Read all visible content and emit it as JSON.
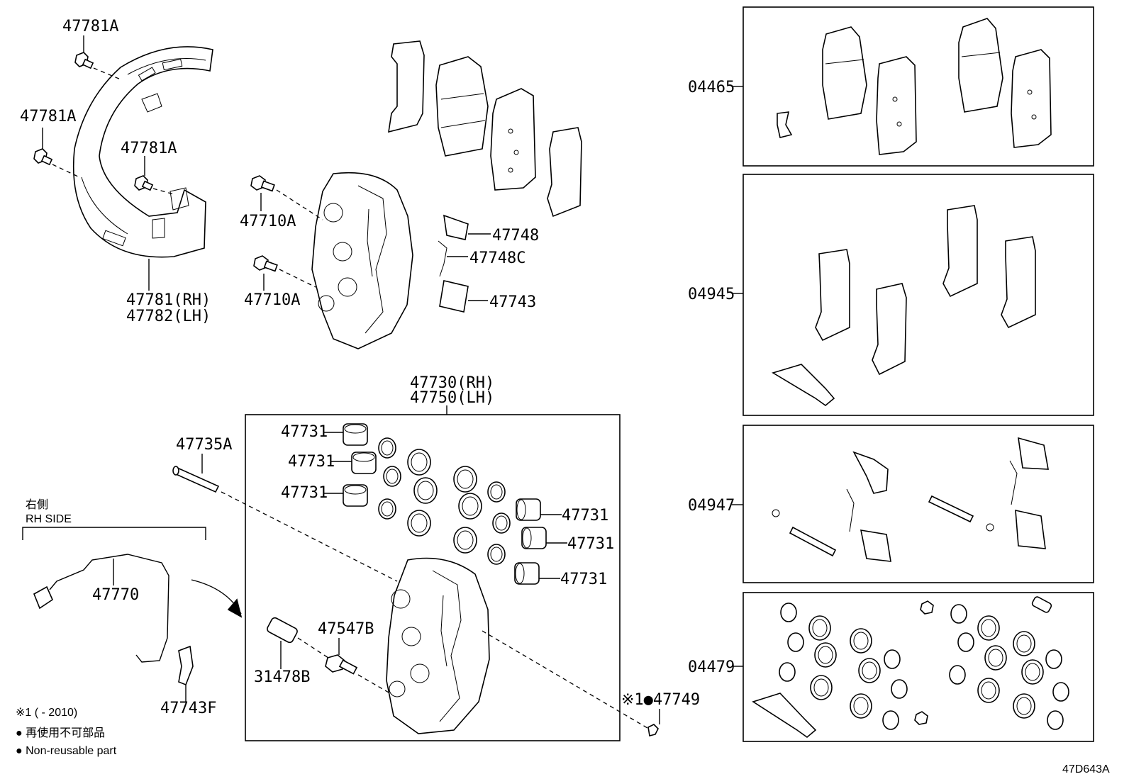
{
  "labels": {
    "p47781A_1": "47781A",
    "p47781A_2": "47781A",
    "p47781A_3": "47781A",
    "p47781_rh": "47781(RH)",
    "p47782_lh": "47782(LH)",
    "p47710A_1": "47710A",
    "p47710A_2": "47710A",
    "p47748": "47748",
    "p47748C": "47748C",
    "p47743": "47743",
    "p47730_rh": "47730(RH)",
    "p47750_lh": "47750(LH)",
    "p47731_1": "47731",
    "p47731_2": "47731",
    "p47731_3": "47731",
    "p47731_4": "47731",
    "p47731_5": "47731",
    "p47731_6": "47731",
    "p47735A": "47735A",
    "p47770": "47770",
    "p47743F": "47743F",
    "p47547B": "47547B",
    "p31478B": "31478B",
    "p47749": "※1●47749",
    "k04465": "04465",
    "k04945": "04945",
    "k04947": "04947",
    "k04479": "04479"
  },
  "side": {
    "jp": "右側",
    "en": "RH SIDE"
  },
  "legend": {
    "note1": "※1 (          - 2010)",
    "jp": "● 再使用不可部品",
    "en": "● Non-reusable part"
  },
  "diagram_id": "47D643A"
}
